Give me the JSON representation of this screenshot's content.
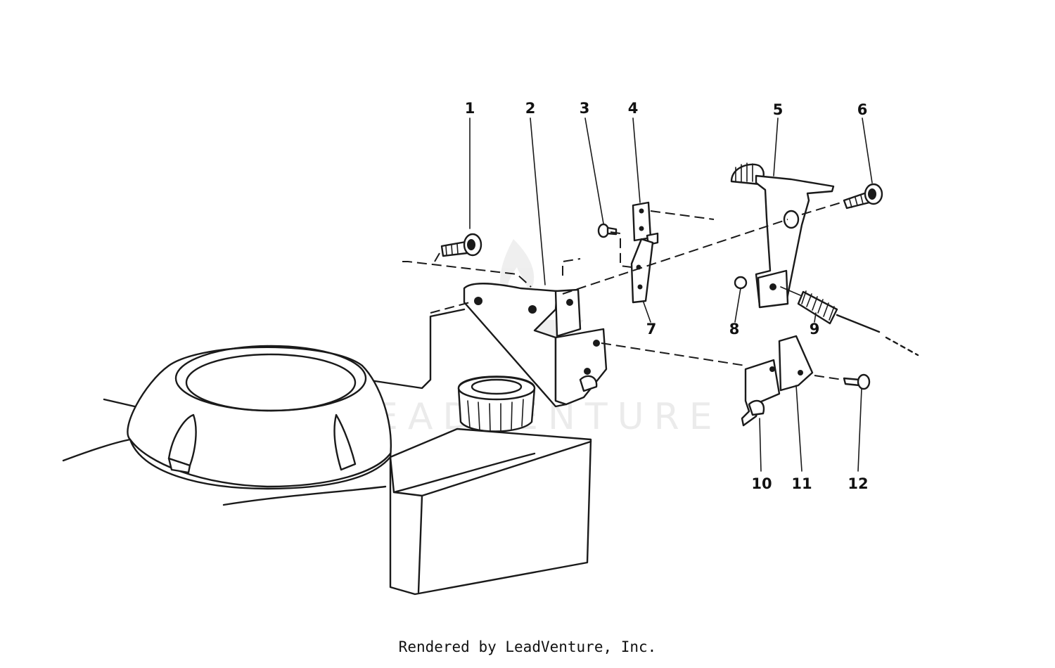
{
  "diagram": {
    "callouts": [
      "1",
      "2",
      "3",
      "4",
      "5",
      "6",
      "7",
      "8",
      "9",
      "10",
      "11",
      "12"
    ],
    "watermark": "LEADVENTURE"
  },
  "footer": {
    "credit": "Rendered by LeadVenture, Inc."
  }
}
